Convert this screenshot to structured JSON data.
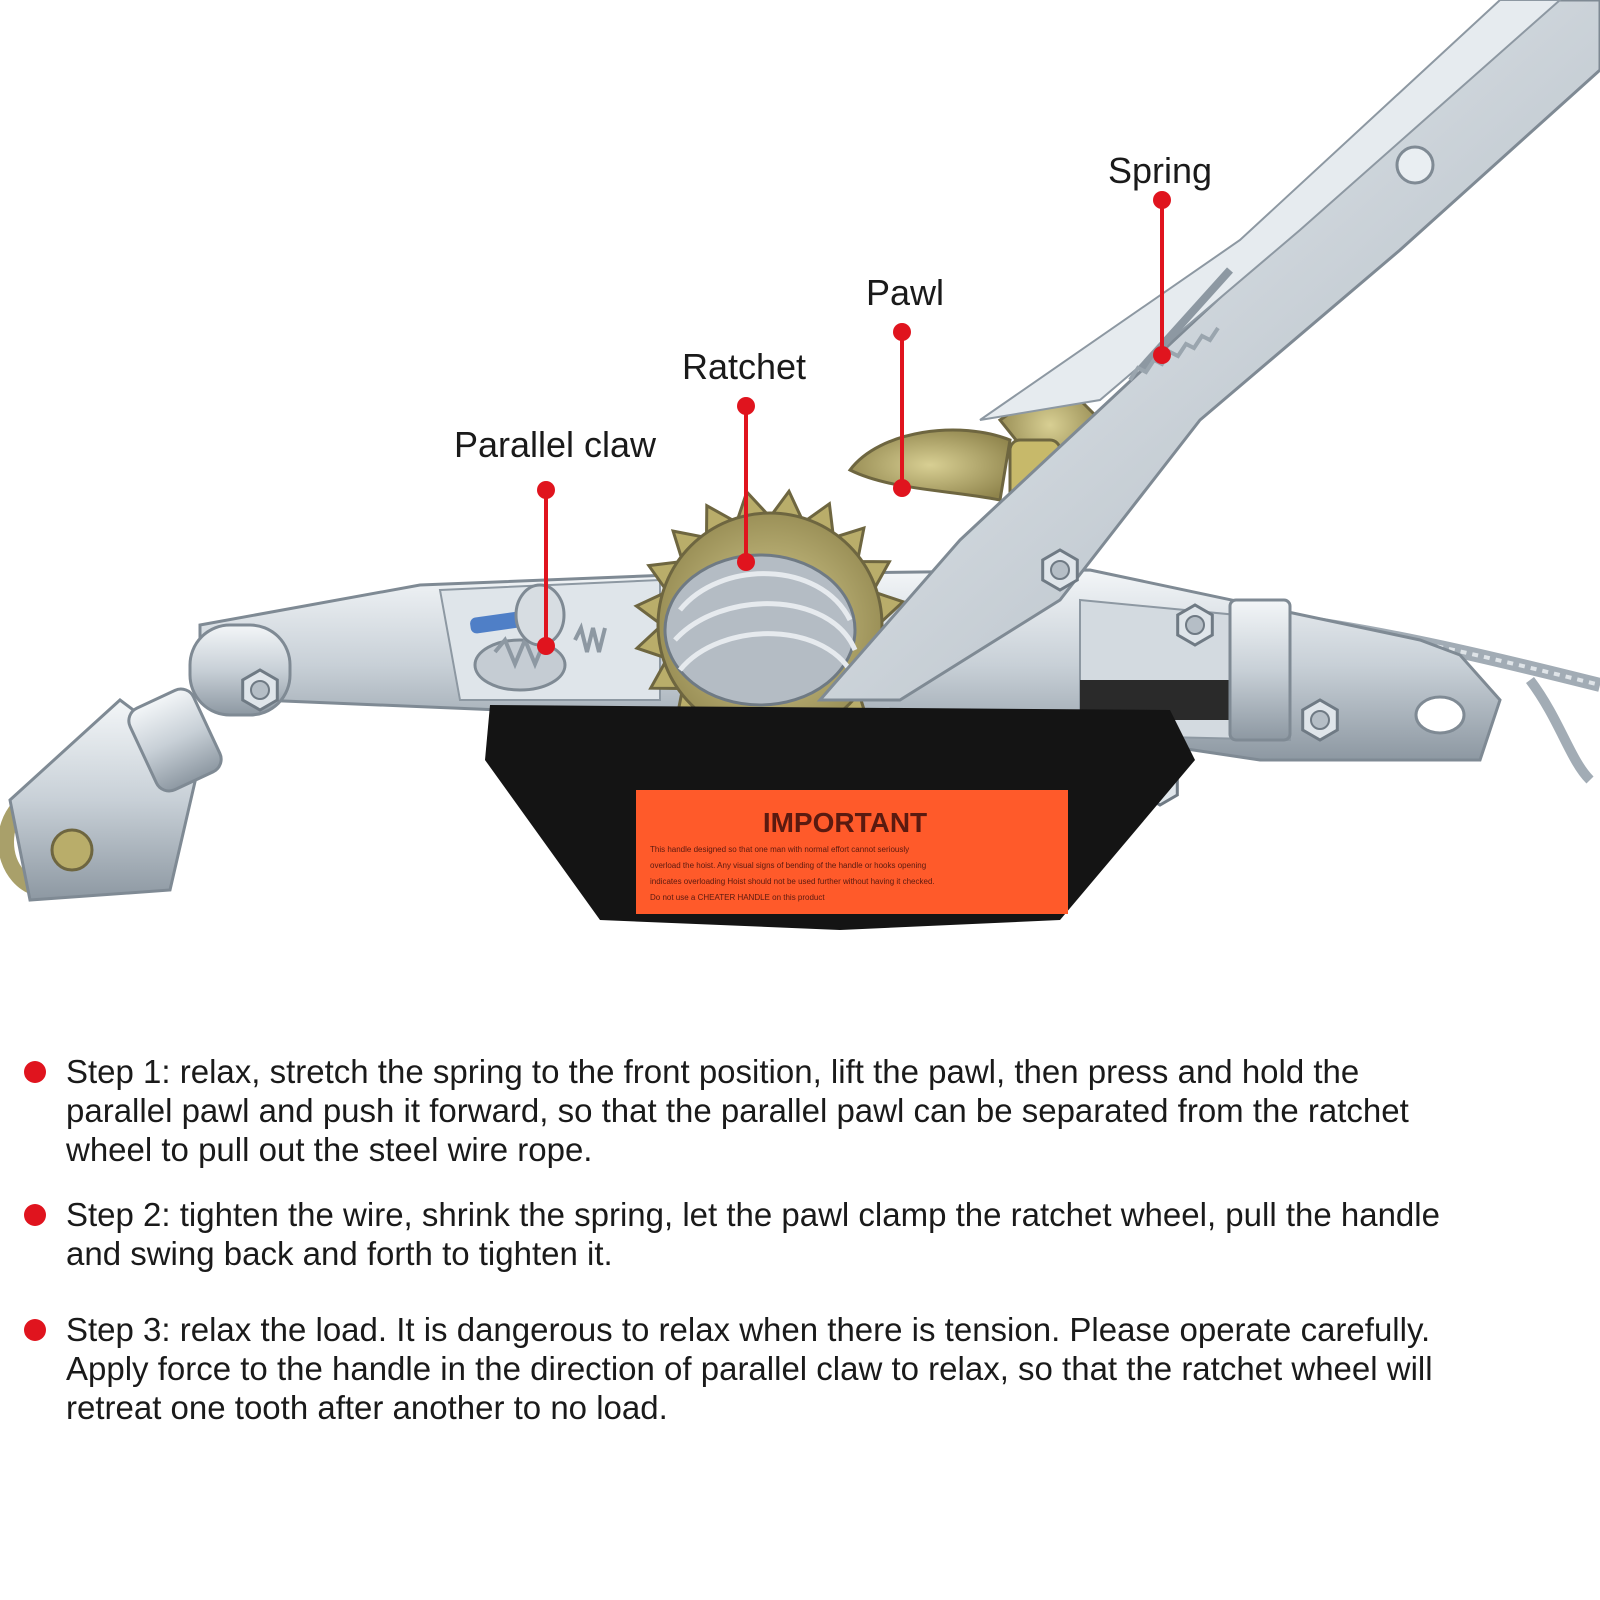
{
  "colors": {
    "accent_red": "#e0141e",
    "metal_light": "#e4e9ee",
    "metal_mid": "#b9c3cc",
    "metal_dark": "#7f8a94",
    "ratchet_gold": "#b9ad6a",
    "plate_black": "#141414",
    "sticker_orange": "#ff5a2a"
  },
  "callouts": [
    {
      "id": "spring",
      "label": "Spring"
    },
    {
      "id": "pawl",
      "label": "Pawl"
    },
    {
      "id": "ratchet",
      "label": "Ratchet"
    },
    {
      "id": "parallel_claw",
      "label": "Parallel claw"
    }
  ],
  "sticker": {
    "title": "IMPORTANT",
    "lines": [
      "This handle designed so that one man with normal effort cannot seriously",
      "overload the hoist. Any visual signs of bending of the handle or hooks opening",
      "indicates overloading Hoist should not be used further without having it checked.",
      "Do not use a CHEATER HANDLE on this product"
    ]
  },
  "steps": [
    {
      "text": "Step 1: relax, stretch the spring to the front position, lift the pawl, then press and hold the parallel pawl and push it forward, so that the parallel pawl can be separated from the ratchet wheel to pull out the steel wire rope."
    },
    {
      "text": "Step 2: tighten the wire, shrink the spring, let the pawl clamp the ratchet wheel, pull the handle and swing back and forth to tighten it."
    },
    {
      "text": "Step 3: relax the load. It is dangerous to relax when there is tension. Please operate carefully. Apply force to the handle in the direction of parallel claw to relax, so that the ratchet wheel will retreat one tooth after another to no load."
    }
  ]
}
